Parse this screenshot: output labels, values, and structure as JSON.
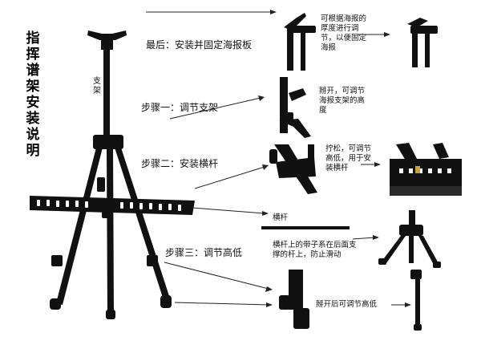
{
  "title_chars": [
    "指",
    "挥",
    "谱",
    "架",
    "安",
    "装",
    "说",
    "明"
  ],
  "stand_label_chars": [
    "支",
    "架"
  ],
  "steps": {
    "final": "最后：安装并固定海报板",
    "step1": "步骤一：调节支架",
    "step2": "步骤二：安装横杆",
    "step3": "步骤三：调节高低"
  },
  "notes": {
    "poster": [
      "可根据海报的",
      "厚度进行调",
      "节，以便固定",
      "海报"
    ],
    "bracket": [
      "掰开，可调节",
      "海报支架的高",
      "度"
    ],
    "crossbar": [
      "拧松，可调节",
      "高低，用于安",
      "装横杆"
    ],
    "crossbar_label": "横杆",
    "strap": [
      "横杆上的带子系在后面支",
      "撑的杆上，防止滑动"
    ],
    "height": "掰开后可调节高低"
  },
  "colors": {
    "metal": "#111111",
    "text": "#111111",
    "background": "#ffffff",
    "arrow": "#222222"
  }
}
